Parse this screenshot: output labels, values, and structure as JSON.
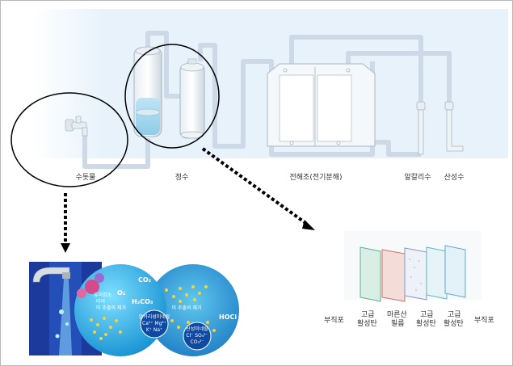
{
  "stages": {
    "tap": "수돗물",
    "purify": "정수",
    "electrolysis": "전해조(전기분해)",
    "alkaline": "알칼리수",
    "acidic": "산성수"
  },
  "detail_left": {
    "circle1": {
      "label_a": "유리염소",
      "label_b": "마이",
      "caption": "미 추출의 제거",
      "o2": "O₂",
      "h2co3": "H₂CO₃",
      "mineral_title": "알카리성미네랄",
      "mineral_ions_1": "Ca²⁺  Mg²⁺",
      "mineral_ions_2": "K⁺  Na⁺",
      "co2": "CO₂"
    },
    "circle2": {
      "caption": "미 추출의 제거",
      "hocl": "HOCl",
      "mineral_title": "산성미네랄",
      "ions_1": "Cl⁻  SO₄²⁻",
      "ions_2": "CO₃²⁻"
    }
  },
  "filter_labels": {
    "l1": "부직포",
    "l2a": "고급",
    "l2b": "활성탄",
    "l3a": "마른산",
    "l3b": "필름",
    "l4a": "고급",
    "l4b": "활성탄",
    "l5a": "고급",
    "l5b": "활성탄",
    "l6": "부직포"
  },
  "colors": {
    "pipe": "#cdd9e6",
    "background_band": "#e9f3fb",
    "deep_blue": "#1b3a9c",
    "cyan": "#2bb7e6"
  }
}
